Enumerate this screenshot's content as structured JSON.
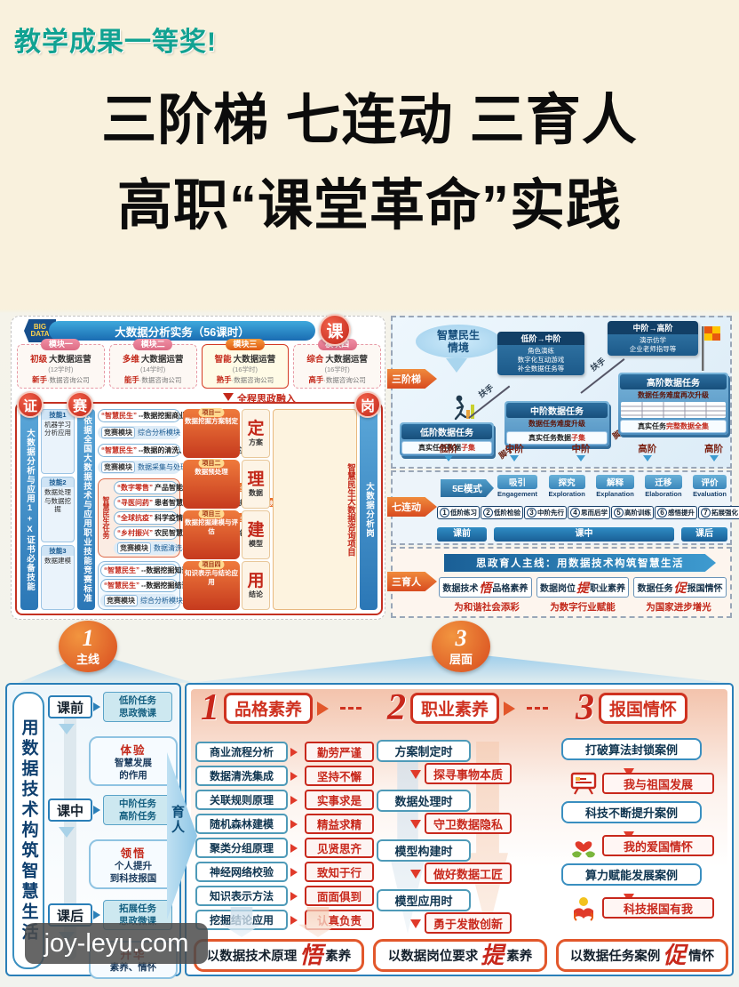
{
  "header": {
    "badge": "教学成果一等奖!",
    "title1": "三阶梯 七连动 三育人",
    "title2": "高职“课堂革命”实践"
  },
  "course": {
    "logo": "BIG DATA",
    "title": "大数据分析实务（56课时）",
    "badge": "课",
    "modules": [
      {
        "tag": "模块一",
        "level": "初级",
        "name": "大数据运营",
        "hours": "(12学时)",
        "hand": "新手",
        "company": "数据咨询公司"
      },
      {
        "tag": "模块二",
        "level": "多维",
        "name": "大数据运营",
        "hours": "(14学时)",
        "hand": "能手",
        "company": "数据咨询公司"
      },
      {
        "tag": "模块三",
        "level": "智能",
        "name": "大数据运营",
        "hours": "(16学时)",
        "hand": "熟手",
        "company": "数据咨询公司"
      },
      {
        "tag": "模块四",
        "level": "综合",
        "name": "大数据运营",
        "hours": "(16学时)",
        "hand": "高手",
        "company": "数据咨询公司"
      }
    ],
    "ideology": "全程思政融入",
    "cert_circle": "证",
    "cert_bar": "大数据分析与应用1+X证书必备技能",
    "skills": [
      {
        "tag": "技能1",
        "name": "机器学习分析应用"
      },
      {
        "tag": "技能2",
        "name": "数据处理与数据挖掘"
      },
      {
        "tag": "技能3",
        "name": "数据建模"
      }
    ],
    "race_circle": "赛",
    "race_bar": "依据全国大数据技术与应用职业技能竞赛标准",
    "rows": [
      {
        "q": "“智慧民生”",
        "t": "--数据挖掘商业流程分析",
        "tag": "任务1"
      },
      {
        "q": "“智慧民生”",
        "t": "--数据的清洗、集成、转换、规约",
        "tag": "任务2"
      }
    ],
    "mline1": {
      "chip": "竞赛模块",
      "detail": "综合分析模块"
    },
    "mline2": {
      "chip": "竞赛模块",
      "detail": "数据采集与处理模块"
    },
    "task_rail": "智慧民生任务",
    "group_rows": [
      {
        "q": "“数字零售”",
        "t": "产品智能推荐--关联规则",
        "tag": "任务3"
      },
      {
        "q": "“寻医问药”",
        "t": "患者智慧问诊--决策树与随机森林",
        "tag": "任务4"
      },
      {
        "q": "“全球抗疫”",
        "t": "科学疫情评估--聚类分析",
        "tag": "任务5"
      },
      {
        "q": "“乡村振兴”",
        "t": "农民智慧种植--人工神经网络",
        "tag": "任务6"
      }
    ],
    "mline3": {
      "chip": "竞赛模块",
      "detail": "数据清洗与挖掘分析模块"
    },
    "rows2": [
      {
        "q": "“智慧民生”",
        "t": "--数据挖掘知识表示",
        "tag": "任务7"
      },
      {
        "q": "“智慧民生”",
        "t": "--数据挖掘结论应用",
        "tag": "任务8"
      }
    ],
    "mline4": {
      "chip": "竞赛模块",
      "detail": "综合分析模块"
    },
    "projects": [
      {
        "tag": "项目一",
        "name": "数据挖掘方案制定",
        "big": "定",
        "small": "方案"
      },
      {
        "tag": "项目二",
        "name": "数据预处理",
        "big": "理",
        "small": "数据"
      },
      {
        "tag": "项目三",
        "name": "数据挖掘建模与评估",
        "big": "建",
        "small": "模型"
      },
      {
        "tag": "项目四",
        "name": "知识表示与结论应用",
        "big": "用",
        "small": "结论"
      }
    ],
    "project_rail": "智慧民生大数据咨询项目",
    "post_circle": "岗",
    "post_bar": "大数据分析岗"
  },
  "ladder": {
    "label": "三阶梯",
    "context": "智慧民生\n情境",
    "handrail": "扶手",
    "scaffold": "脚手架",
    "steps": [
      {
        "name": "低阶数据任务",
        "line": "",
        "pre": "真实任务数据",
        "accent": "子集"
      },
      {
        "name": "中阶数据任务",
        "line": "数据任务难度升级",
        "pre": "真实任务数据",
        "accent": "子集"
      },
      {
        "name": "高阶数据任务",
        "line": "数据任务难度再次升级",
        "pre": "真实任务",
        "accent": "完整数据全集"
      }
    ],
    "bridges": [
      {
        "title": "低阶→中阶",
        "l1": "角色演练",
        "l2": "数字化互动游戏",
        "l3": "补全数据任务等"
      },
      {
        "title": "中阶→高阶",
        "l1": "演示仿学",
        "l2": "企业老师指导等"
      }
    ],
    "levels": [
      "低阶",
      "中阶",
      "中阶",
      "高阶",
      "高阶"
    ]
  },
  "linkage": {
    "label": "七连动",
    "mode": "5E模式",
    "phases": [
      {
        "cn": "吸引",
        "en": "Engagement"
      },
      {
        "cn": "探究",
        "en": "Exploration"
      },
      {
        "cn": "解释",
        "en": "Explanation"
      },
      {
        "cn": "迁移",
        "en": "Elaboration"
      },
      {
        "cn": "评价",
        "en": "Evaluation"
      }
    ],
    "steps": [
      {
        "n": "1",
        "t": "低阶练习"
      },
      {
        "n": "2",
        "t": "低阶检验"
      },
      {
        "n": "3",
        "t": "中阶先行"
      },
      {
        "n": "4",
        "t": "思而后学"
      },
      {
        "n": "5",
        "t": "高阶训练"
      },
      {
        "n": "6",
        "t": "感悟提升"
      },
      {
        "n": "7",
        "t": "拓展强化"
      }
    ],
    "t1": "课前",
    "t2": "课中",
    "t3": "课后"
  },
  "sanyuren": {
    "label": "三育人",
    "banner": "思政育人主线：用数据技术构筑智慧生活",
    "items": [
      {
        "pre": "数据技术",
        "accent": "悟",
        "post": "品格素养",
        "caption": "为和谐社会添彩"
      },
      {
        "pre": "数据岗位",
        "accent": "提",
        "post": "职业素养",
        "caption": "为数字行业赋能"
      },
      {
        "pre": "数据任务",
        "accent": "促",
        "post": "报国情怀",
        "caption": "为国家进步增光"
      }
    ]
  },
  "connector": {
    "n1": "1",
    "l1": "主线",
    "n2": "3",
    "l2": "层面"
  },
  "mainline": {
    "rail": "用数据技术构筑智慧生活",
    "arrow": "育人",
    "s1": "课前",
    "t1": "低阶任务\n思政微课",
    "a1": "体验",
    "r1": "智慧发展\n的作用",
    "s2": "课中",
    "t2": "中阶任务\n高阶任务",
    "a2": "领悟",
    "r2": "个人提升\n到科技报国",
    "s3": "课后",
    "t3": "拓展任务\n思政微课",
    "a3": "升华",
    "r3": "素养、情怀"
  },
  "col1": {
    "num": "1",
    "title": "品格素养",
    "l": [
      "商业流程分析",
      "数据清洗集成",
      "关联规则原理",
      "随机森林建模",
      "聚类分组原理",
      "神经网络校验",
      "知识表示方法",
      "挖掘结论应用"
    ],
    "r": [
      "勤劳严谨",
      "坚持不懈",
      "实事求是",
      "精益求精",
      "见贤思齐",
      "致知于行",
      "面面俱到",
      "认真负责"
    ],
    "fpre": "以数据技术原理",
    "fa": "悟",
    "fpost": "素养"
  },
  "col2": {
    "num": "2",
    "title": "职业素养",
    "s": [
      "方案制定时",
      "数据处理时",
      "模型构建时",
      "模型应用时"
    ],
    "r": [
      "探寻事物本质",
      "守卫数据隐私",
      "做好数据工匠",
      "勇于发散创新"
    ],
    "fpre": "以数据岗位要求",
    "fa": "提",
    "fpost": "素养"
  },
  "col3": {
    "num": "3",
    "title": "报国情怀",
    "c": [
      "打破算法封锁案例",
      "科技不断提升案例",
      "算力赋能发展案例"
    ],
    "r": [
      "我与祖国发展",
      "我的爱国情怀",
      "科技报国有我"
    ],
    "fpre": "以数据任务案例",
    "fa": "促",
    "fpost": "情怀"
  },
  "watermark": "joy-leyu.com"
}
